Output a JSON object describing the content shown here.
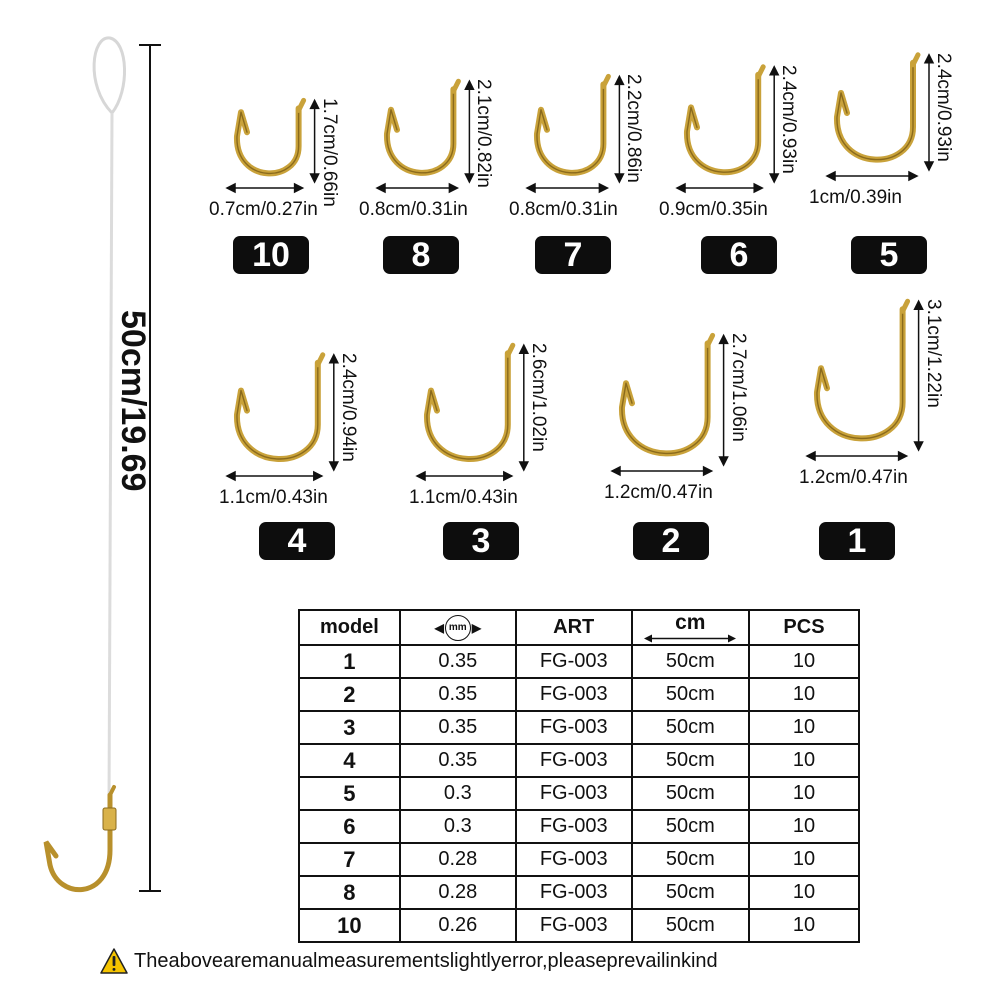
{
  "rig": {
    "length_label": "50cm/19.69"
  },
  "hooks": [
    {
      "model": "10",
      "height": "1.7cm/0.66in",
      "width": "0.7cm/0.27in",
      "height_cm": 1.7,
      "width_cm": 0.7
    },
    {
      "model": "8",
      "height": "2.1cm/0.82in",
      "width": "0.8cm/0.31in",
      "height_cm": 2.1,
      "width_cm": 0.8
    },
    {
      "model": "7",
      "height": "2.2cm/0.86in",
      "width": "0.8cm/0.31in",
      "height_cm": 2.2,
      "width_cm": 0.8
    },
    {
      "model": "6",
      "height": "2.4cm/0.93in",
      "width": "0.9cm/0.35in",
      "height_cm": 2.4,
      "width_cm": 0.9
    },
    {
      "model": "5",
      "height": "2.4cm/0.93in",
      "width": "1cm/0.39in",
      "height_cm": 2.4,
      "width_cm": 1.0
    },
    {
      "model": "4",
      "height": "2.4cm/0.94in",
      "width": "1.1cm/0.43in",
      "height_cm": 2.4,
      "width_cm": 1.1
    },
    {
      "model": "3",
      "height": "2.6cm/1.02in",
      "width": "1.1cm/0.43in",
      "height_cm": 2.6,
      "width_cm": 1.1
    },
    {
      "model": "2",
      "height": "2.7cm/1.06in",
      "width": "1.2cm/0.47in",
      "height_cm": 2.7,
      "width_cm": 1.2
    },
    {
      "model": "1",
      "height": "3.1cm/1.22in",
      "width": "1.2cm/0.47in",
      "height_cm": 3.1,
      "width_cm": 1.2
    }
  ],
  "table": {
    "headers": {
      "model": "model",
      "mm": "mm",
      "art": "ART",
      "cm": "cm",
      "pcs": "PCS"
    },
    "rows": [
      {
        "model": "1",
        "mm": "0.35",
        "art": "FG-003",
        "cm": "50cm",
        "pcs": "10"
      },
      {
        "model": "2",
        "mm": "0.35",
        "art": "FG-003",
        "cm": "50cm",
        "pcs": "10"
      },
      {
        "model": "3",
        "mm": "0.35",
        "art": "FG-003",
        "cm": "50cm",
        "pcs": "10"
      },
      {
        "model": "4",
        "mm": "0.35",
        "art": "FG-003",
        "cm": "50cm",
        "pcs": "10"
      },
      {
        "model": "5",
        "mm": "0.3",
        "art": "FG-003",
        "cm": "50cm",
        "pcs": "10"
      },
      {
        "model": "6",
        "mm": "0.3",
        "art": "FG-003",
        "cm": "50cm",
        "pcs": "10"
      },
      {
        "model": "7",
        "mm": "0.28",
        "art": "FG-003",
        "cm": "50cm",
        "pcs": "10"
      },
      {
        "model": "8",
        "mm": "0.28",
        "art": "FG-003",
        "cm": "50cm",
        "pcs": "10"
      },
      {
        "model": "10",
        "mm": "0.26",
        "art": "FG-003",
        "cm": "50cm",
        "pcs": "10"
      }
    ]
  },
  "warning": {
    "icon": "warning-icon",
    "text": "Theabovearemanualmeasurementslightlyerror,pleaseprevailinkind"
  },
  "colors": {
    "gold": "#c9a23a",
    "gold_dark": "#8a6a1c",
    "badge": "#0d0d0d",
    "warning": "#f5c400"
  }
}
